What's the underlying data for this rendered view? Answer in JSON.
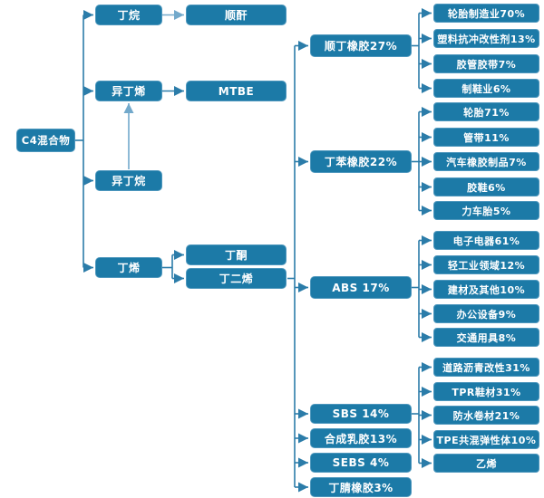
{
  "colors": {
    "node_fill": "#1c7aa7",
    "node_border": "#4e97bd",
    "node_text": "#ffffff",
    "connector_dark": "#2b7ca9",
    "connector_light": "#72a9cb",
    "background": "#ffffff"
  },
  "root": {
    "label": "C4混合物",
    "children": [
      {
        "label": "丁烷",
        "children": [
          {
            "label": "顺酐"
          }
        ]
      },
      {
        "label": "异丁烯",
        "children": [
          {
            "label": "MTBE"
          }
        ]
      },
      {
        "label": "异丁烷"
      },
      {
        "label": "丁烯",
        "children": [
          {
            "label": "丁酮"
          },
          {
            "label": "丁二烯",
            "children": [
              {
                "label": "顺丁橡胶27%",
                "children": [
                  {
                    "label": "轮胎制造业70%"
                  },
                  {
                    "label": "塑料抗冲改性剂13%"
                  },
                  {
                    "label": "胶管胶带7%"
                  },
                  {
                    "label": "制鞋业6%"
                  }
                ]
              },
              {
                "label": "丁苯橡胶22%",
                "children": [
                  {
                    "label": "轮胎71%"
                  },
                  {
                    "label": "管带11%"
                  },
                  {
                    "label": "汽车橡胶制品7%"
                  },
                  {
                    "label": "胶鞋6%"
                  },
                  {
                    "label": "力车胎5%"
                  }
                ]
              },
              {
                "label": "ABS 17%",
                "children": [
                  {
                    "label": "电子电器61%"
                  },
                  {
                    "label": "轻工业领域12%"
                  },
                  {
                    "label": "建材及其他10%"
                  },
                  {
                    "label": "办公设备9%"
                  },
                  {
                    "label": "交通用具8%"
                  }
                ]
              },
              {
                "label": "SBS 14%",
                "children": [
                  {
                    "label": "道路沥青改性31%"
                  },
                  {
                    "label": "TPR鞋材31%"
                  },
                  {
                    "label": "防水卷材21%"
                  },
                  {
                    "label": "TPE共混弹性体10%"
                  },
                  {
                    "label": "乙烯"
                  }
                ]
              },
              {
                "label": "合成乳胶13%"
              },
              {
                "label": "SEBS 4%"
              },
              {
                "label": "丁腈橡胶3%"
              }
            ]
          }
        ]
      }
    ]
  }
}
